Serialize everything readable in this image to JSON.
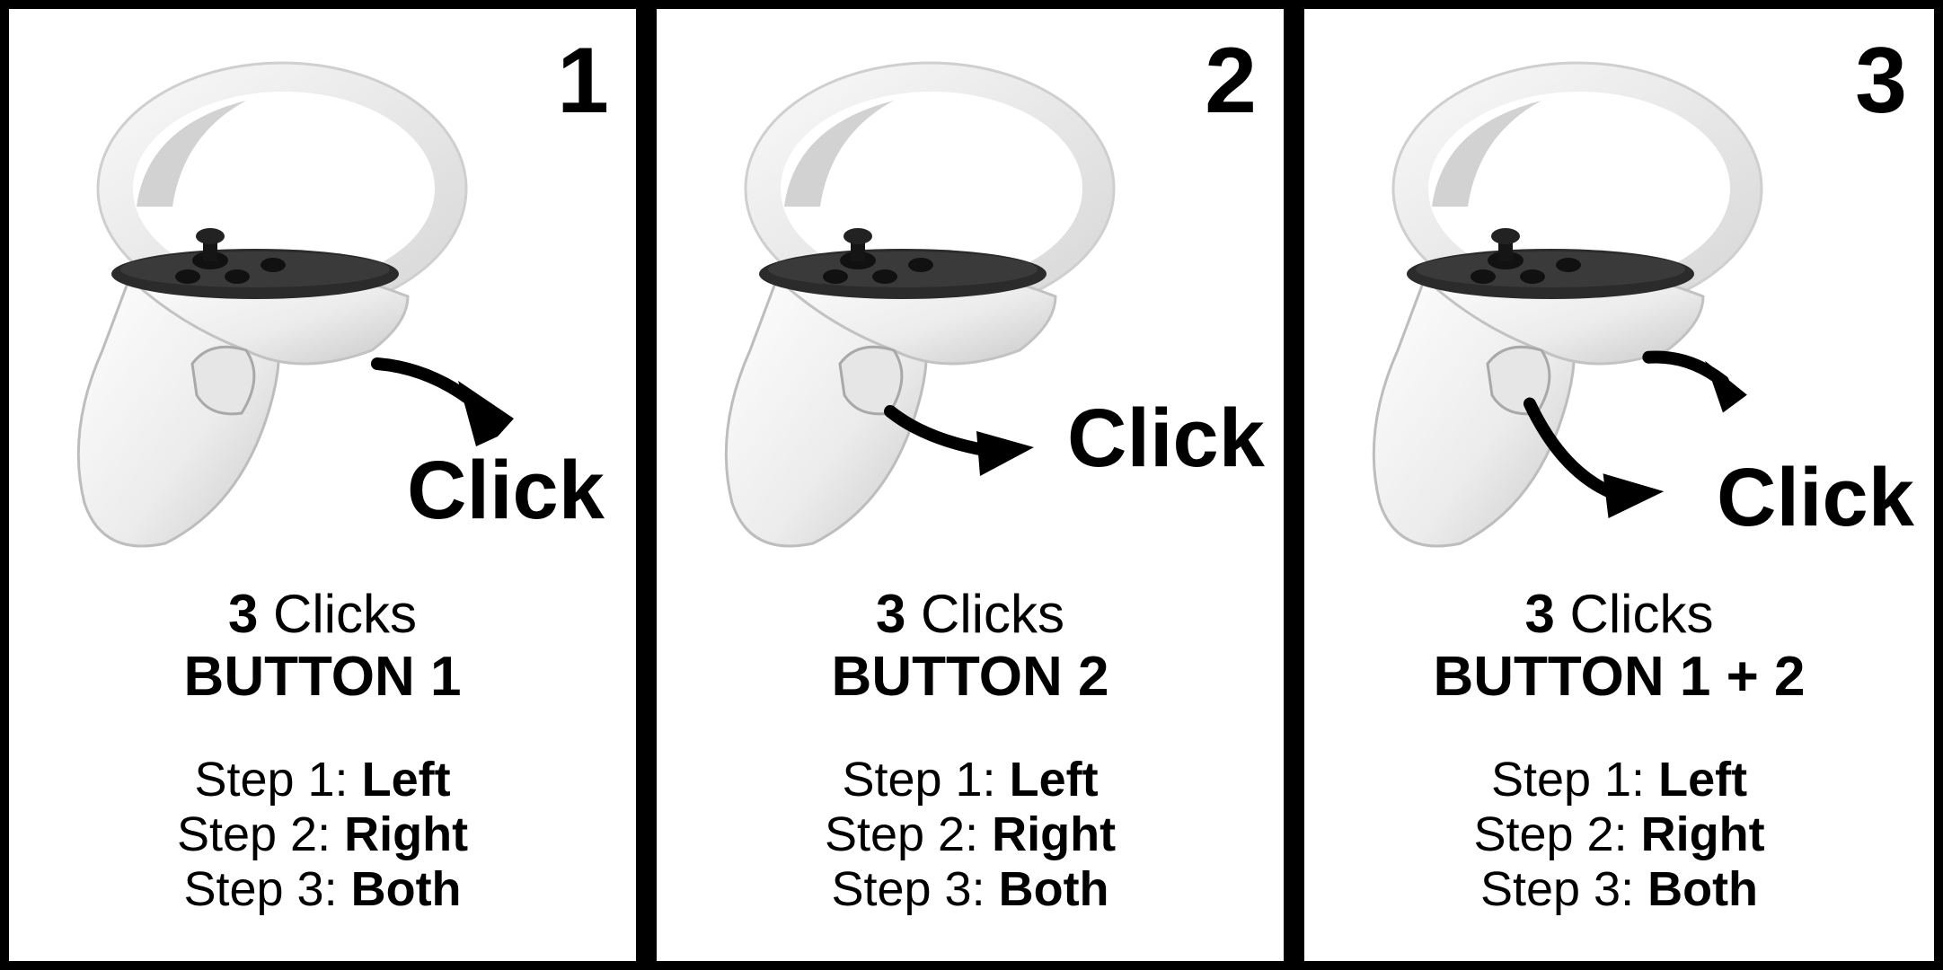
{
  "panels": [
    {
      "number": "1",
      "click_label": "Click",
      "clicks_count": "3",
      "clicks_word": "Clicks",
      "button_name": "BUTTON 1",
      "steps": [
        {
          "prefix": "Step 1: ",
          "value": "Left"
        },
        {
          "prefix": "Step 2: ",
          "value": "Right"
        },
        {
          "prefix": "Step 3: ",
          "value": "Both"
        }
      ]
    },
    {
      "number": "2",
      "click_label": "Click",
      "clicks_count": "3",
      "clicks_word": "Clicks",
      "button_name": "BUTTON 2",
      "steps": [
        {
          "prefix": "Step 1: ",
          "value": "Left"
        },
        {
          "prefix": "Step 2: ",
          "value": "Right"
        },
        {
          "prefix": "Step 3: ",
          "value": "Both"
        }
      ]
    },
    {
      "number": "3",
      "click_label": "Click",
      "clicks_count": "3",
      "clicks_word": "Clicks",
      "button_name": "BUTTON 1 + 2",
      "steps": [
        {
          "prefix": "Step 1: ",
          "value": "Left"
        },
        {
          "prefix": "Step 2: ",
          "value": "Right"
        },
        {
          "prefix": "Step 3: ",
          "value": "Both"
        }
      ]
    }
  ],
  "colors": {
    "background": "#000000",
    "panel": "#ffffff",
    "controller_body": "#f2f2f2",
    "controller_face": "#2b2b2b"
  },
  "icons": {
    "controller": "vr-controller-icon",
    "arrow": "curved-arrow-icon"
  }
}
